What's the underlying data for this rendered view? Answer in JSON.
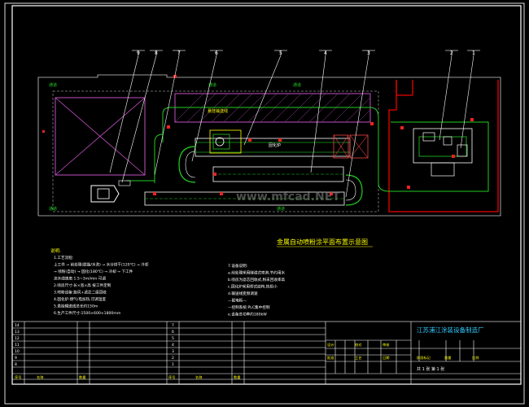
{
  "drawing": {
    "title": "金属自动喷粉涂平面布置示意图",
    "company": "江苏浦江涂装设备制造厂",
    "watermark": "www.mfcad.NET",
    "part_numbers": [
      "9",
      "8",
      "7",
      "6",
      "5",
      "4",
      "3",
      "2",
      "1"
    ]
  },
  "plan_labels": {
    "zone_mark": "通道",
    "conveyor_tag": "悬挂输送线",
    "tunnel_tag": "固化炉"
  },
  "notes": {
    "header": "说明:",
    "left_lines": [
      "1.工艺流程:",
      "上工件 → 前处理(脱脂/水洗) → 水分烘干(120℃) → 冷却",
      "→ 喷粉(自动) → 固化(180℃) → 冷却 → 下工件",
      "流水线速度:1.5~3m/min 可调",
      "2.喷房尺寸:长×宽×高 按工件定制",
      "3.喷粉设备:旋风+滤芯二级回收",
      "4.固化炉:燃气/电加热,可调温度",
      "5.悬挂输送线总长约150m",
      "6.生产工件尺寸:1500×600×1800mm"
    ],
    "right_lines": [
      "7.设备说明:",
      "a.前处理采用隧道式喷淋,节约用水",
      "b.喷房为滤芯回收式,粉末回收率高",
      "c.固化炉采用桥式结构,热损小",
      "d.输送线变频调速",
      "—配电柜—",
      "—控制系统:PLC集中控制",
      "e.设备总功率约180kW"
    ]
  },
  "title_block": {
    "rows_left": [
      "14",
      "13",
      "12",
      "11",
      "10",
      "9",
      "8"
    ],
    "rows_mid": [
      "7",
      "6",
      "5",
      "4",
      "3",
      "2",
      "1"
    ],
    "footer_labels": [
      "序号",
      "名称",
      "数量",
      "序号",
      "名称",
      "数量"
    ],
    "cells": [
      "设计",
      "校对",
      "审核",
      "批准",
      "工艺",
      "日期"
    ],
    "sheet_labels": [
      "阶段标记",
      "重量",
      "比例"
    ],
    "sheet_info": "共 1 张  第 1 张"
  }
}
